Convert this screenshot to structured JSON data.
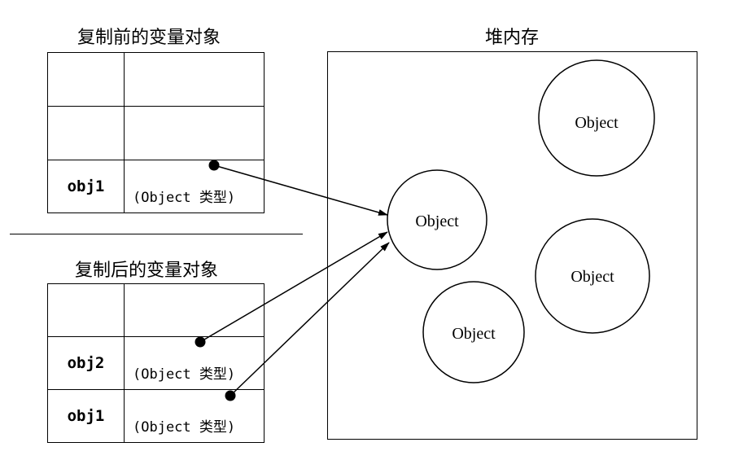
{
  "before": {
    "title": "复制前的变量对象",
    "rows": [
      {
        "name": "",
        "value": ""
      },
      {
        "name": "",
        "value": ""
      },
      {
        "name": "obj1",
        "value": "(Object 类型)"
      }
    ]
  },
  "after": {
    "title": "复制后的变量对象",
    "rows": [
      {
        "name": "",
        "value": ""
      },
      {
        "name": "obj2",
        "value": "(Object 类型)"
      },
      {
        "name": "obj1",
        "value": "(Object 类型)"
      }
    ]
  },
  "heap": {
    "title": "堆内存",
    "objects": [
      "Object",
      "Object",
      "Object",
      "Object"
    ]
  }
}
